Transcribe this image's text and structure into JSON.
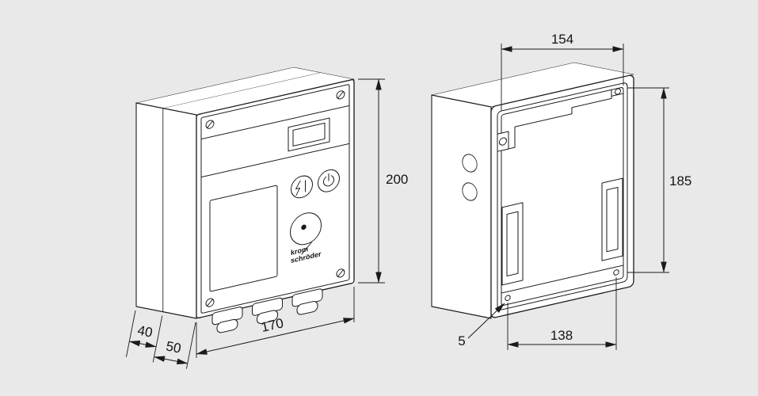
{
  "colors": {
    "background": "#e9e9e9",
    "line": "#1a1a1a",
    "surface": "#ffffff"
  },
  "brand": {
    "line1": "krom",
    "line2": "schröder"
  },
  "left_view": {
    "description": "front-isometric-view-of-control-unit",
    "dims": {
      "height": "200",
      "width": "170",
      "depth_back": "40",
      "depth_front": "50"
    }
  },
  "right_view": {
    "description": "open-rear-housing-view",
    "dims": {
      "inner_width": "154",
      "inner_height": "185",
      "hole_offset": "5",
      "hole_spacing": "138"
    }
  }
}
